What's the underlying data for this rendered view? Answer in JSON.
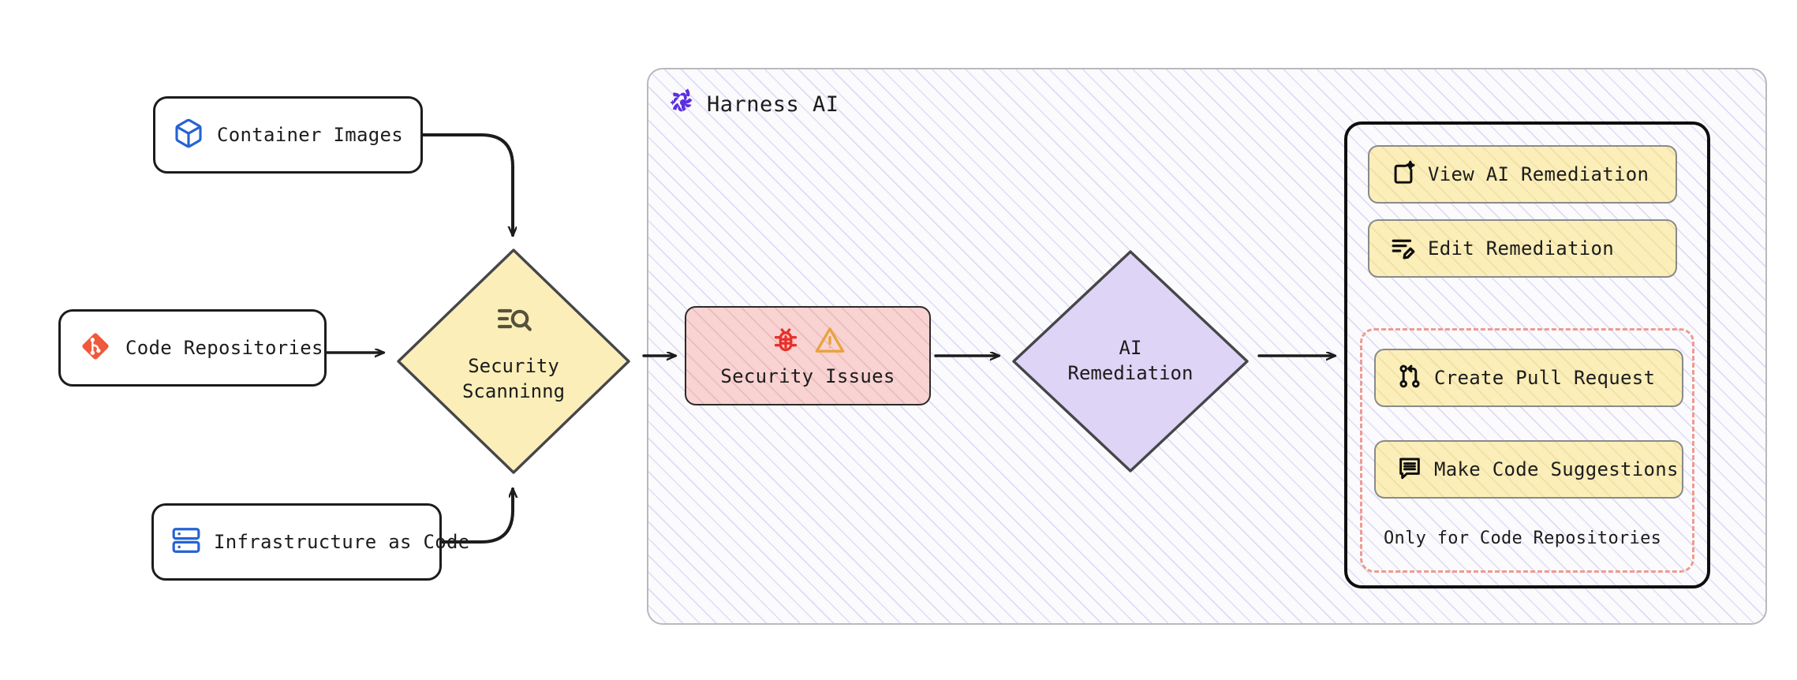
{
  "diagram": {
    "title": "Harness AI security scanning and AI remediation flow",
    "colors": {
      "node_border": "#1c1c1c",
      "scan_fill": "#fbeeb9",
      "issues_fill": "#f9d2d2",
      "ai_fill": "#ded4f5",
      "action_fill": "#fbeeb9",
      "dashed_group": "#ef9a90",
      "container_border": "#b9b9bd",
      "hatch": "#8c84e2",
      "container_icon": "#2563d4",
      "git_icon": "#ef5a3c",
      "iac_icon": "#2563d4",
      "bug_icon": "#e8302a",
      "warning_icon": "#e8a33a",
      "harness_logo": "#5b2fe0"
    }
  },
  "container": {
    "label": "Harness AI",
    "logo_icon": "harness-pinwheel-icon"
  },
  "sources": [
    {
      "id": "container-images",
      "label": "Container Images",
      "icon": "cube-icon"
    },
    {
      "id": "code-repositories",
      "label": "Code Repositories",
      "icon": "git-diamond-icon"
    },
    {
      "id": "infrastructure-as-code",
      "label": "Infrastructure as Code",
      "icon": "server-stack-icon"
    }
  ],
  "stages": {
    "scan": {
      "line1": "Security",
      "line2": "Scanninng",
      "icon": "scan-search-icon"
    },
    "issues": {
      "label": "Security Issues",
      "icons": [
        "bug-icon",
        "warning-triangle-icon"
      ]
    },
    "remediation": {
      "line1": "AI",
      "line2": "Remediation"
    }
  },
  "actions": {
    "items": [
      {
        "id": "view-ai-remediation",
        "label": "View AI Remediation",
        "icon": "ai-document-sparkle-icon"
      },
      {
        "id": "edit-remediation",
        "label": "Edit Remediation",
        "icon": "list-pencil-icon"
      },
      {
        "id": "create-pull-request",
        "label": "Create Pull Request",
        "icon": "pull-request-icon"
      },
      {
        "id": "make-code-suggestions",
        "label": "Make Code Suggestions",
        "icon": "comment-lines-icon"
      }
    ],
    "repo_only_note": "Only for Code Repositories"
  }
}
